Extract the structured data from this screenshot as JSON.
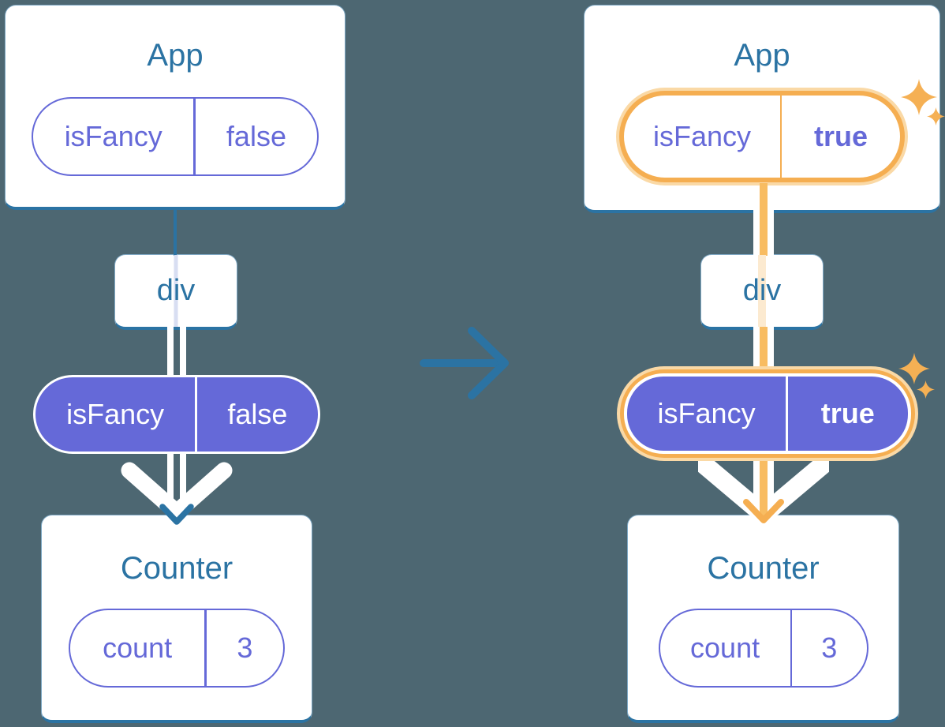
{
  "colors": {
    "background": "#4D6772",
    "card_bg": "#FFFFFF",
    "steel_blue": "#2B73A3",
    "steel_blue_light": "#7FA9C5",
    "purple": "#6569D8",
    "lavender_line": "#D8DEF2",
    "orange": "#F5AE51",
    "orange_pale": "#FAD9A6",
    "orange_line": "#F8BC62",
    "cream_line": "#FCEAD0",
    "sparkle": "#F5B054",
    "white": "#FFFFFF"
  },
  "before": {
    "app_title": "App",
    "app_prop": {
      "name": "isFancy",
      "value": "false"
    },
    "div_label": "div",
    "passed_prop": {
      "name": "isFancy",
      "value": "false"
    },
    "counter_title": "Counter",
    "counter_state": {
      "name": "count",
      "value": "3"
    }
  },
  "after": {
    "app_title": "App",
    "app_prop": {
      "name": "isFancy",
      "value": "true"
    },
    "div_label": "div",
    "passed_prop": {
      "name": "isFancy",
      "value": "true"
    },
    "counter_title": "Counter",
    "counter_state": {
      "name": "count",
      "value": "3"
    }
  },
  "icons": {
    "transition_arrow": "right-arrow",
    "flow_arrow": "down-arrow",
    "highlight": "four-point-sparkle"
  }
}
